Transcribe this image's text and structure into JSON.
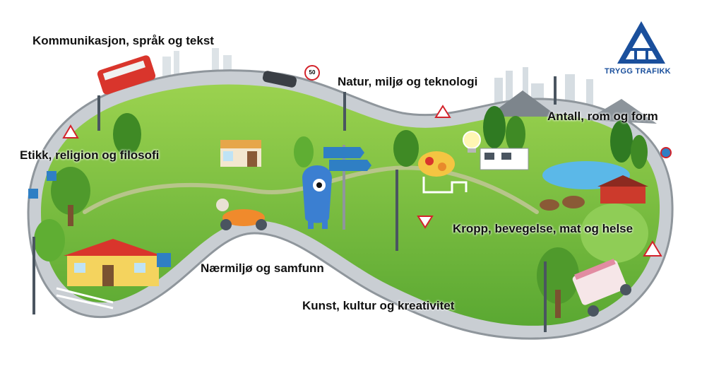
{
  "labels": {
    "communication": "Kommunikasjon, språk og tekst",
    "nature": "Natur, miljø og teknologi",
    "numbers": "Antall, rom og form",
    "ethics": "Etikk, religion og filosofi",
    "body": "Kropp, bevegelse, mat og helse",
    "local": "Nærmiljø og samfunn",
    "art": "Kunst, kultur og kreativitet"
  },
  "logo": {
    "text": "TRYGG TRAFIKK",
    "color": "#1a4f9c"
  },
  "signs": {
    "speed_limit": "50"
  },
  "colors": {
    "grass": "#7cc242",
    "grass_dark": "#4f9a2c",
    "road": "#c9ced3",
    "road_edge": "#8f969c",
    "water": "#5bb8e8"
  }
}
